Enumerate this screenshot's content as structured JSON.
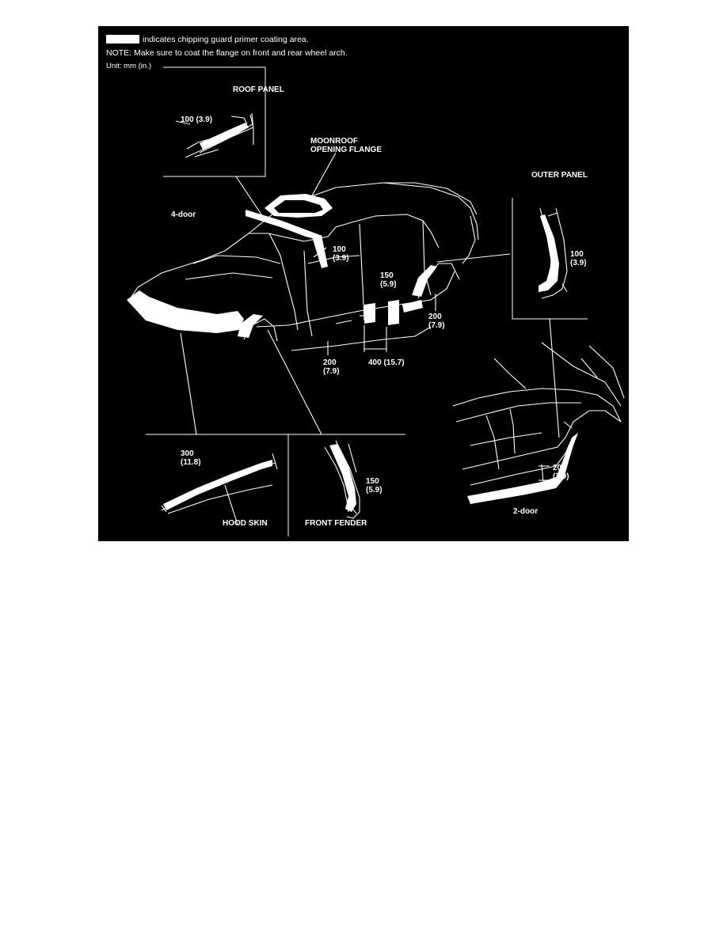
{
  "legend": {
    "text": "indicates chipping guard primer coating area.",
    "note": "NOTE: Make sure to coat the flange on front and rear wheel arch.",
    "unit": "Unit: mm (in.)"
  },
  "labels": {
    "roof_panel": "ROOF PANEL",
    "roof_dim": "100 (3.9)",
    "moonroof": "MOONROOF\nOPENING FLANGE",
    "outer_panel": "OUTER PANEL",
    "outer_dim": "100\n(3.9)",
    "four_door": "4-door",
    "pillar_dim": "100\n(3.9)",
    "door_dim_150": "150\n(5.9)",
    "arch_dim_200": "200\n(7.9)",
    "sill_dim_200": "200\n(7.9)",
    "sill_dim_400": "400 (15.7)",
    "hood_dim": "300\n(11.8)",
    "hood_skin": "HOOD SKIN",
    "fender_dim": "150\n(5.9)",
    "front_fender": "FRONT FENDER",
    "two_door_dim": "200\n(7.9)",
    "two_door": "2-door"
  },
  "colors": {
    "background": "#000000",
    "linework": "#ffffff",
    "coating": "#ffffff",
    "page": "#ffffff"
  }
}
